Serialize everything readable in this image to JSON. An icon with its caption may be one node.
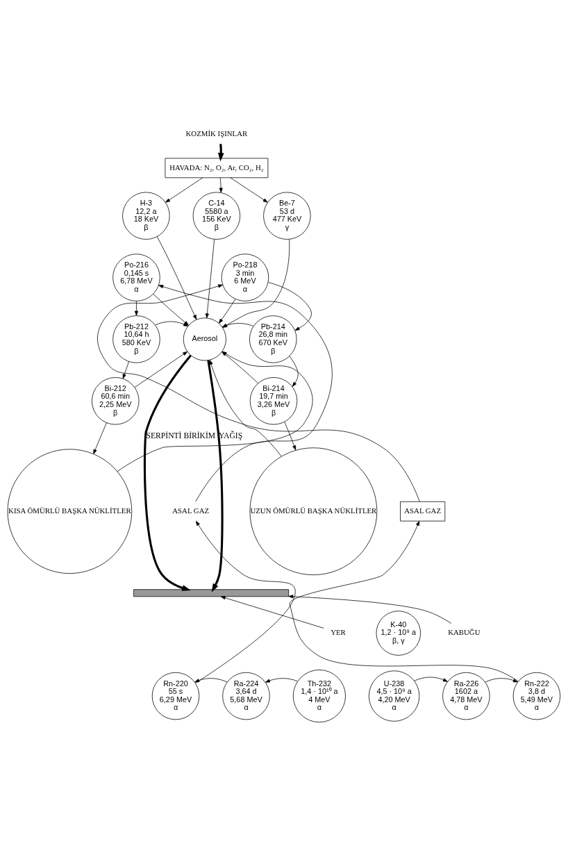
{
  "diagram": {
    "nodes": [
      {
        "text": [
          "KOZMİK IŞINLAR"
        ]
      },
      {
        "text": [
          "HAVADA: N₂, O₂, Ar, CO₂, H₂"
        ]
      },
      {
        "text": [
          "H-3",
          "12,2 a",
          "18 KeV",
          "β"
        ]
      },
      {
        "text": [
          "C-14",
          "5580 a",
          "156 KeV",
          "β"
        ]
      },
      {
        "text": [
          "Be-7",
          "53 d",
          "477 KeV",
          "γ"
        ]
      },
      {
        "text": [
          "Po-216",
          "0,145 s",
          "6,78 MeV",
          "α"
        ]
      },
      {
        "text": [
          "Po-218",
          "3 min",
          "6 MeV",
          "α"
        ]
      },
      {
        "text": [
          "Pb-212",
          "10,64 h",
          "580 KeV",
          "β"
        ]
      },
      {
        "text": [
          "Aerosol"
        ]
      },
      {
        "text": [
          "Pb-214",
          "26,8 min",
          "670 KeV",
          "β"
        ]
      },
      {
        "text": [
          "Bi-212",
          "60,6 min",
          "2,25 MeV",
          "β"
        ]
      },
      {
        "text": [
          "Bi-214",
          "19,7 min",
          "3,26 MeV",
          "β"
        ]
      },
      {
        "text": [
          "KISA ÖMÜRLÜ BAŞKA NÜKLİTLER"
        ]
      },
      {
        "text": [
          "ASAL GAZ"
        ]
      },
      {
        "text": [
          "UZUN ÖMÜRLÜ BAŞKA NÜKLİTLER"
        ]
      },
      {
        "text": [
          "ASAL GAZ"
        ]
      },
      {
        "text": [],
        "shape": "arc"
      },
      {
        "text": [
          "YER"
        ]
      },
      {
        "text": [
          "K-40",
          "1,2 · 10⁹ a",
          "β, γ"
        ]
      },
      {
        "text": [
          "KABUĞU"
        ]
      },
      {
        "text": [
          "Rn-220",
          "55 s",
          "6,29 MeV",
          "α"
        ]
      },
      {
        "text": [
          "Ra-224",
          "3,64 d",
          "5,68 MeV",
          "α"
        ]
      },
      {
        "text": [
          "Th-232",
          "1,4 · 10¹⁰ a",
          "4 MeV",
          "α"
        ]
      },
      {
        "text": [
          "U-238",
          "4,5 · 10⁹ a",
          "4,20 MeV",
          "α"
        ]
      },
      {
        "text": [
          "Ra-226",
          "1602 a",
          "4,78 MeV",
          "α"
        ]
      },
      {
        "text": [
          "Rn-222",
          "3,8 d",
          "5,49 MeV",
          "α"
        ]
      }
    ],
    "edges": [
      {
        "from": 0,
        "to": 1,
        "arrow": "to",
        "style": "thick"
      },
      {
        "from": 1,
        "to": 2,
        "arrow": "to"
      },
      {
        "from": 1,
        "to": 3,
        "arrow": "to"
      },
      {
        "from": 1,
        "to": 4,
        "arrow": "to"
      },
      {
        "from": 2,
        "to": 8,
        "arrow": "to"
      },
      {
        "from": 3,
        "to": 8,
        "arrow": "to"
      },
      {
        "from": 4,
        "to": 8,
        "arrow": "to"
      },
      {
        "from": 5,
        "to": 7,
        "arrow": "to"
      },
      {
        "from": 7,
        "to": 10,
        "arrow": "to"
      },
      {
        "from": 10,
        "to": 12,
        "arrow": "to"
      },
      {
        "from": 5,
        "to": 8,
        "arrow": "to"
      },
      {
        "from": 7,
        "to": 8,
        "arrow": "to"
      },
      {
        "from": 10,
        "to": 8,
        "arrow": "to"
      },
      {
        "from": 12,
        "to": 8,
        "arrow": "to"
      },
      {
        "from": 6,
        "to": 9,
        "arrow": "to"
      },
      {
        "from": 9,
        "to": 11,
        "arrow": "to"
      },
      {
        "from": 11,
        "to": 14,
        "arrow": "to"
      },
      {
        "from": 6,
        "to": 8,
        "arrow": "to"
      },
      {
        "from": 9,
        "to": 8,
        "arrow": "to"
      },
      {
        "from": 11,
        "to": 8,
        "arrow": "to"
      },
      {
        "from": 14,
        "to": 8,
        "arrow": "to"
      },
      {
        "from": 8,
        "to": 16,
        "arrow": "to",
        "label": "YAĞIŞ",
        "style": "thick"
      },
      {
        "from": 8,
        "to": 16,
        "arrow": "to",
        "label": "SERPİNTİ BİRİKİM",
        "style": "thick"
      },
      {
        "from": 17,
        "to": 16,
        "arrow": "to"
      },
      {
        "from": 19,
        "to": 16,
        "arrow": "to"
      },
      {
        "from": 20,
        "to": 13,
        "arrow": "to"
      },
      {
        "from": 13,
        "to": 5,
        "arrow": "to"
      },
      {
        "from": 25,
        "to": 15,
        "arrow": "to"
      },
      {
        "from": 15,
        "to": 6,
        "arrow": "to"
      },
      {
        "from": 22,
        "to": 21,
        "arrow": "to"
      },
      {
        "from": 21,
        "to": 20,
        "arrow": "to"
      },
      {
        "from": 23,
        "to": 24,
        "arrow": "to"
      },
      {
        "from": 24,
        "to": 25,
        "arrow": "to"
      }
    ]
  }
}
